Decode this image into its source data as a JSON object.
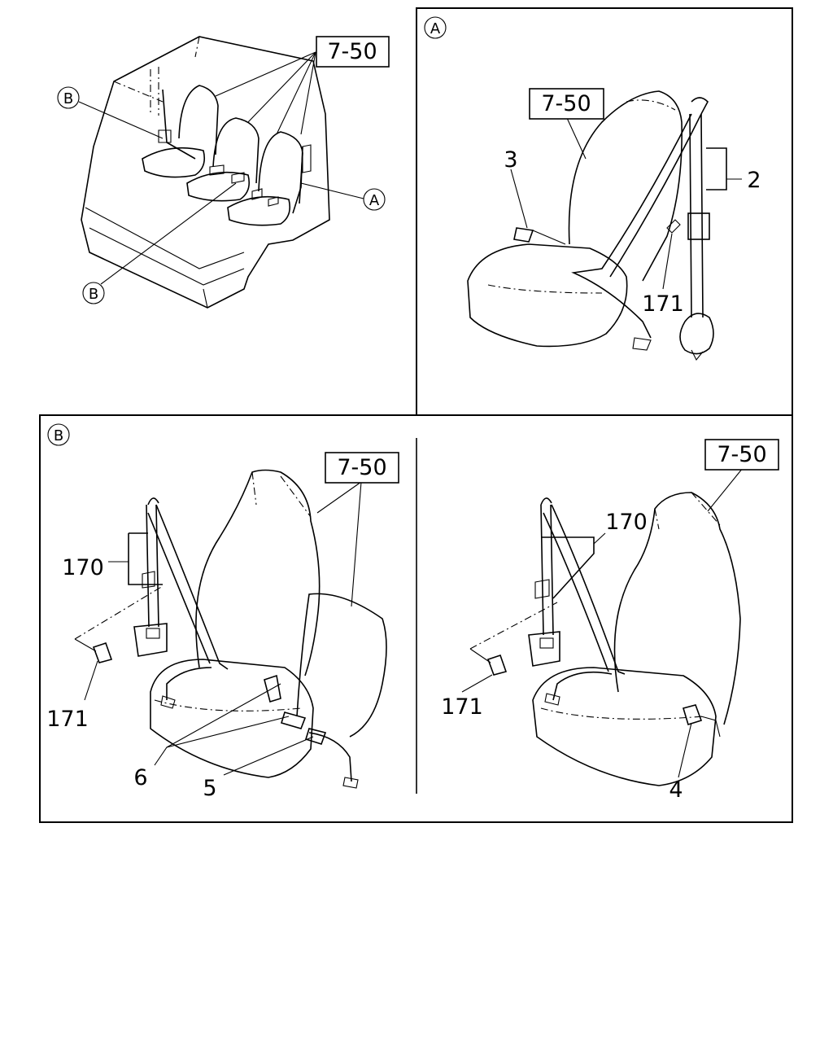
{
  "callouts": {
    "ref_7_50": "7-50",
    "view_a": "A",
    "view_b": "B",
    "part_2": "2",
    "part_3": "3",
    "part_4": "4",
    "part_5": "5",
    "part_6": "6",
    "part_170": "170",
    "part_171": "171"
  }
}
